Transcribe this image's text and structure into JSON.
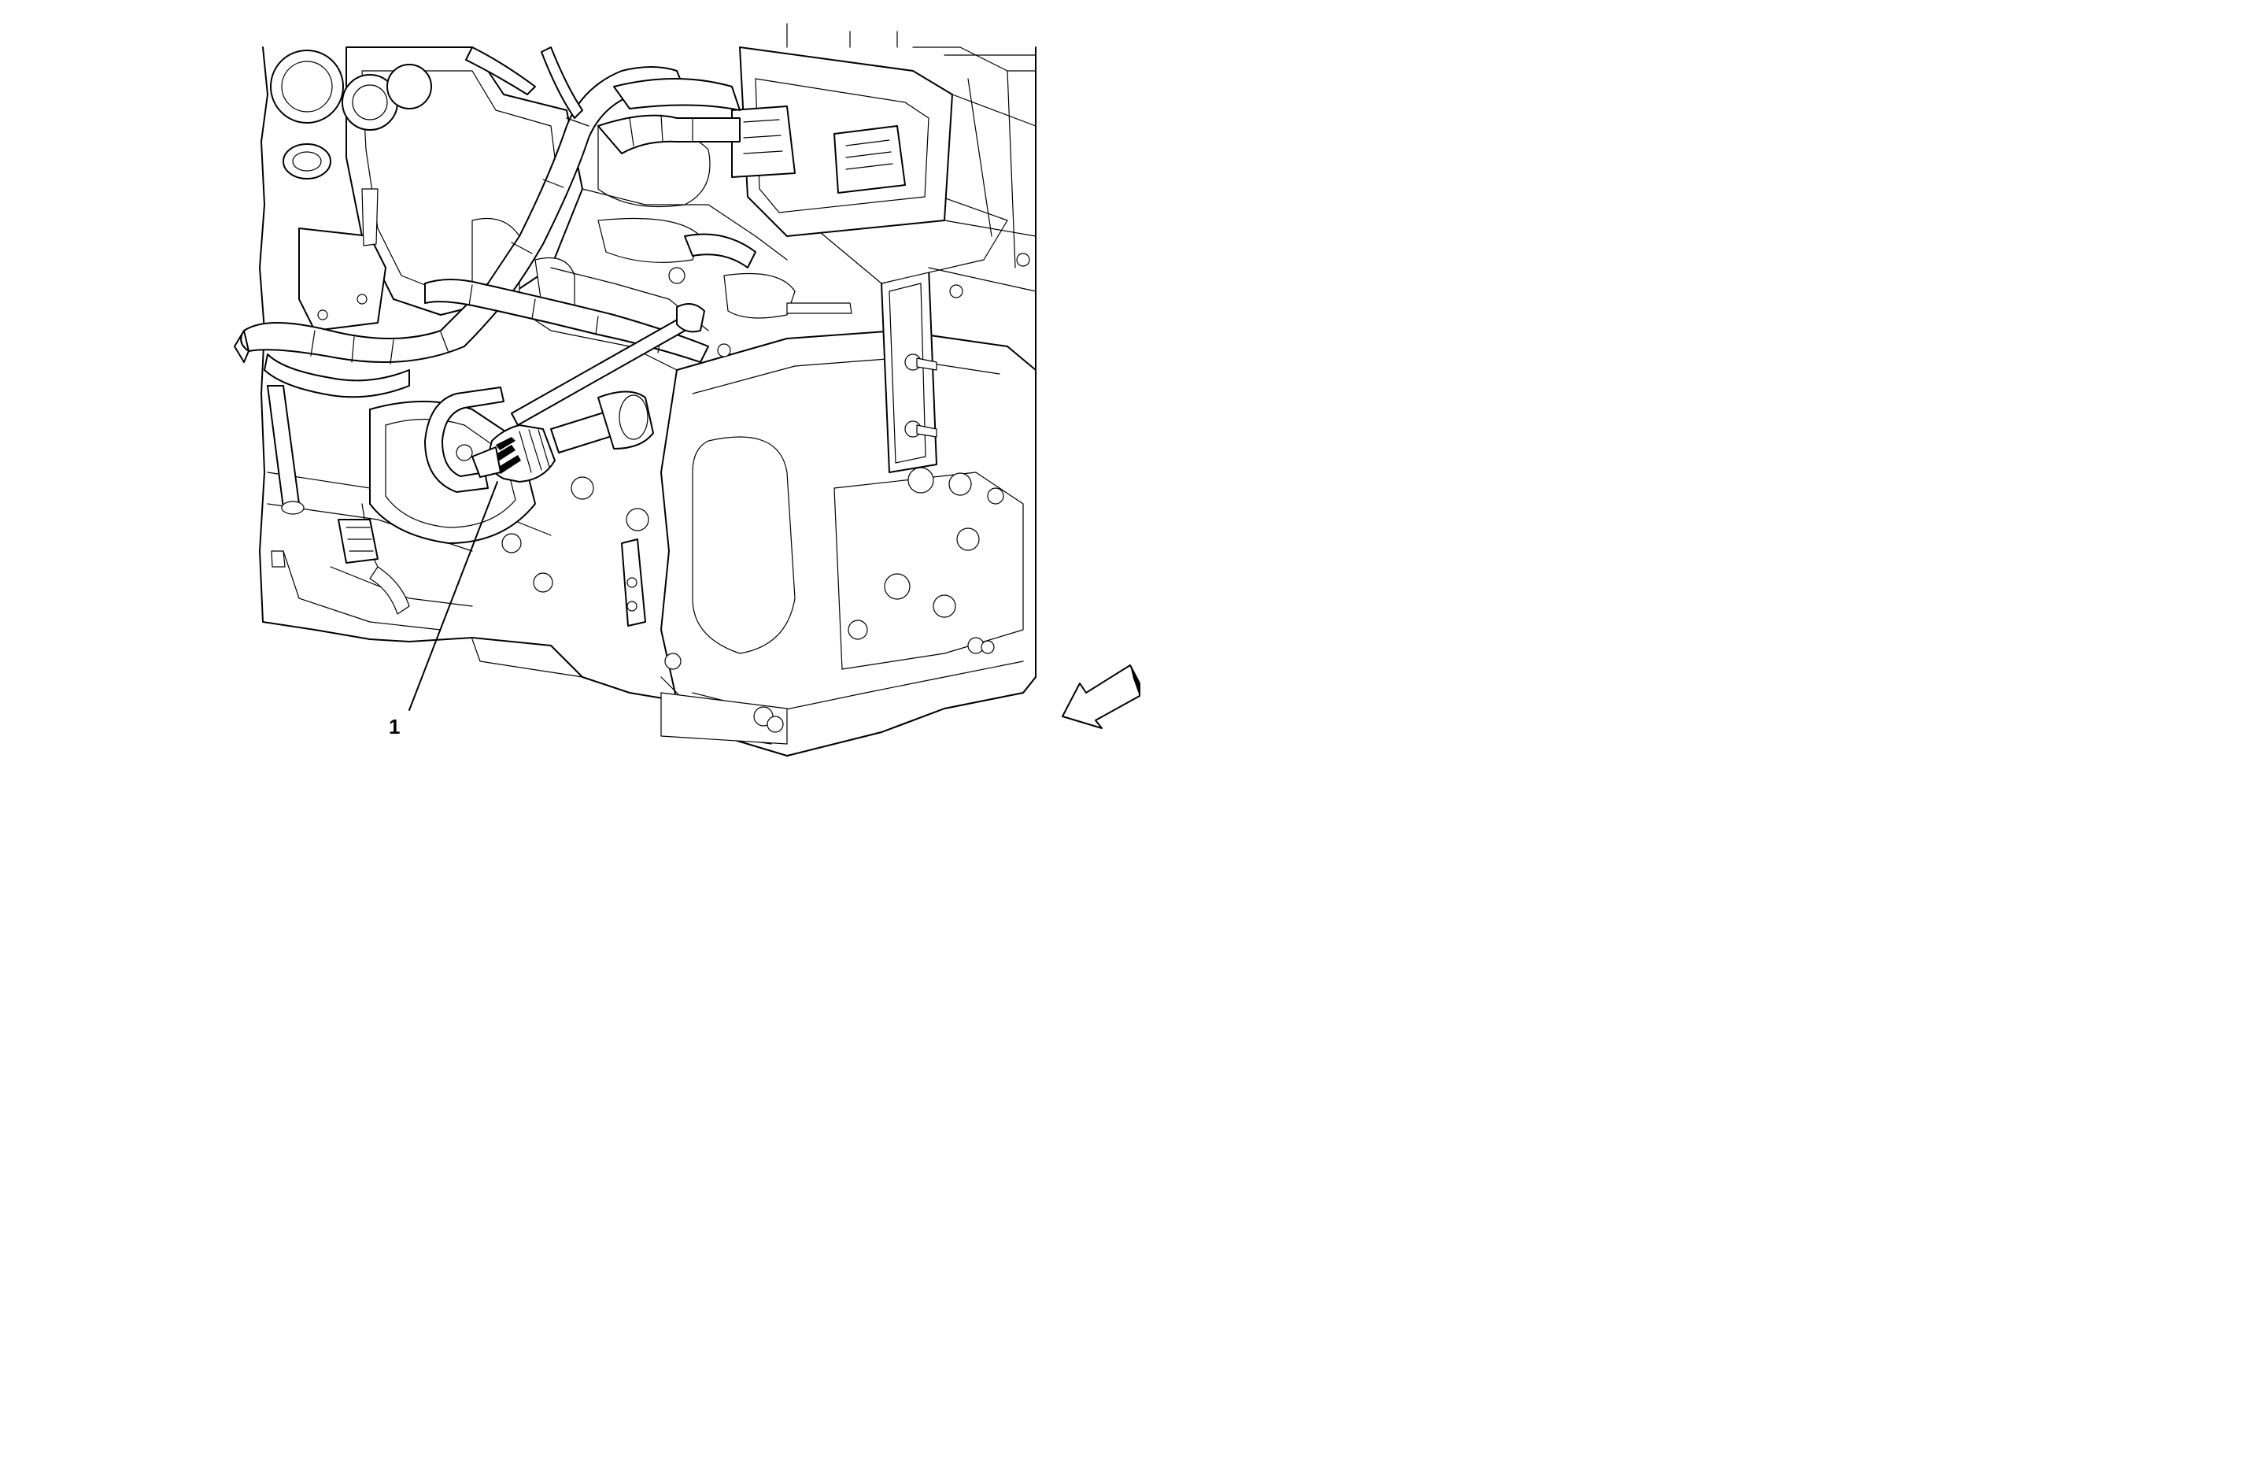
{
  "diagram": {
    "callouts": [
      {
        "label": "1",
        "target": "connector"
      }
    ],
    "direction_arrow": "front-of-vehicle-arrow"
  }
}
